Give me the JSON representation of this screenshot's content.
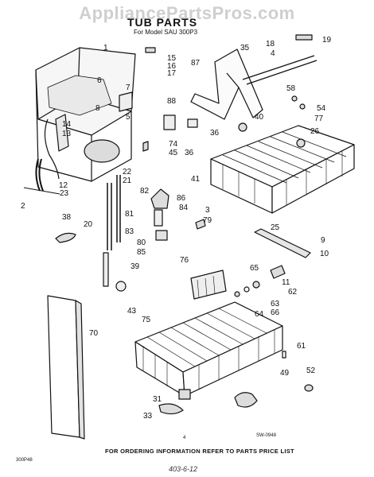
{
  "watermark": "AppliancePartsPros.com",
  "header": {
    "title": "TUB PARTS",
    "subtitle": "For Model SAU 300P3"
  },
  "callouts": [
    "1",
    "2",
    "3",
    "4",
    "5",
    "6",
    "7",
    "8",
    "9",
    "10",
    "11",
    "12",
    "13",
    "14",
    "15",
    "16",
    "17",
    "18",
    "19",
    "20",
    "21",
    "22",
    "23",
    "25",
    "26",
    "31",
    "33",
    "35",
    "36",
    "38",
    "39",
    "40",
    "41",
    "43",
    "45",
    "49",
    "52",
    "54",
    "58",
    "61",
    "62",
    "63",
    "64",
    "65",
    "66",
    "70",
    "74",
    "75",
    "76",
    "77",
    "79",
    "80",
    "81",
    "82",
    "83",
    "84",
    "85",
    "86",
    "87",
    "88"
  ],
  "footer": {
    "note": "FOR ORDERING INFORMATION REFER TO PARTS PRICE LIST",
    "drawing_code": "SW-0948",
    "left_code": "300P48",
    "page_mark": "4",
    "handwritten_note": "403-6-12"
  }
}
